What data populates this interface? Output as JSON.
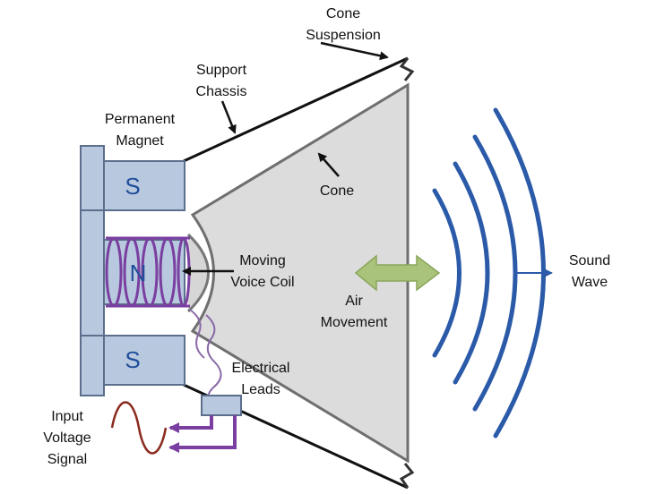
{
  "labels": {
    "cone_suspension": [
      "Cone",
      "Suspension"
    ],
    "support_chassis": [
      "Support",
      "Chassis"
    ],
    "permanent_magnet": [
      "Permanent",
      "Magnet"
    ],
    "cone": "Cone",
    "moving_voice_coil": [
      "Moving",
      "Voice Coil"
    ],
    "air_movement": [
      "Air",
      "Movement"
    ],
    "sound_wave": [
      "Sound",
      "Wave"
    ],
    "electrical_leads": [
      "Electrical",
      "Leads"
    ],
    "input_voltage_signal": [
      "Input",
      "Voltage",
      "Signal"
    ]
  },
  "poles": {
    "top": "S",
    "center": "N",
    "bottom": "S"
  },
  "colors": {
    "magnet_fill": "#b8c8de",
    "magnet_stroke": "#5b6f8c",
    "cone_fill": "#dcdcdc",
    "coil": "#7a3fa0",
    "wave": "#2b5aa8",
    "air_arrow": "#a9c47a",
    "signal": "#8a2a1e"
  }
}
